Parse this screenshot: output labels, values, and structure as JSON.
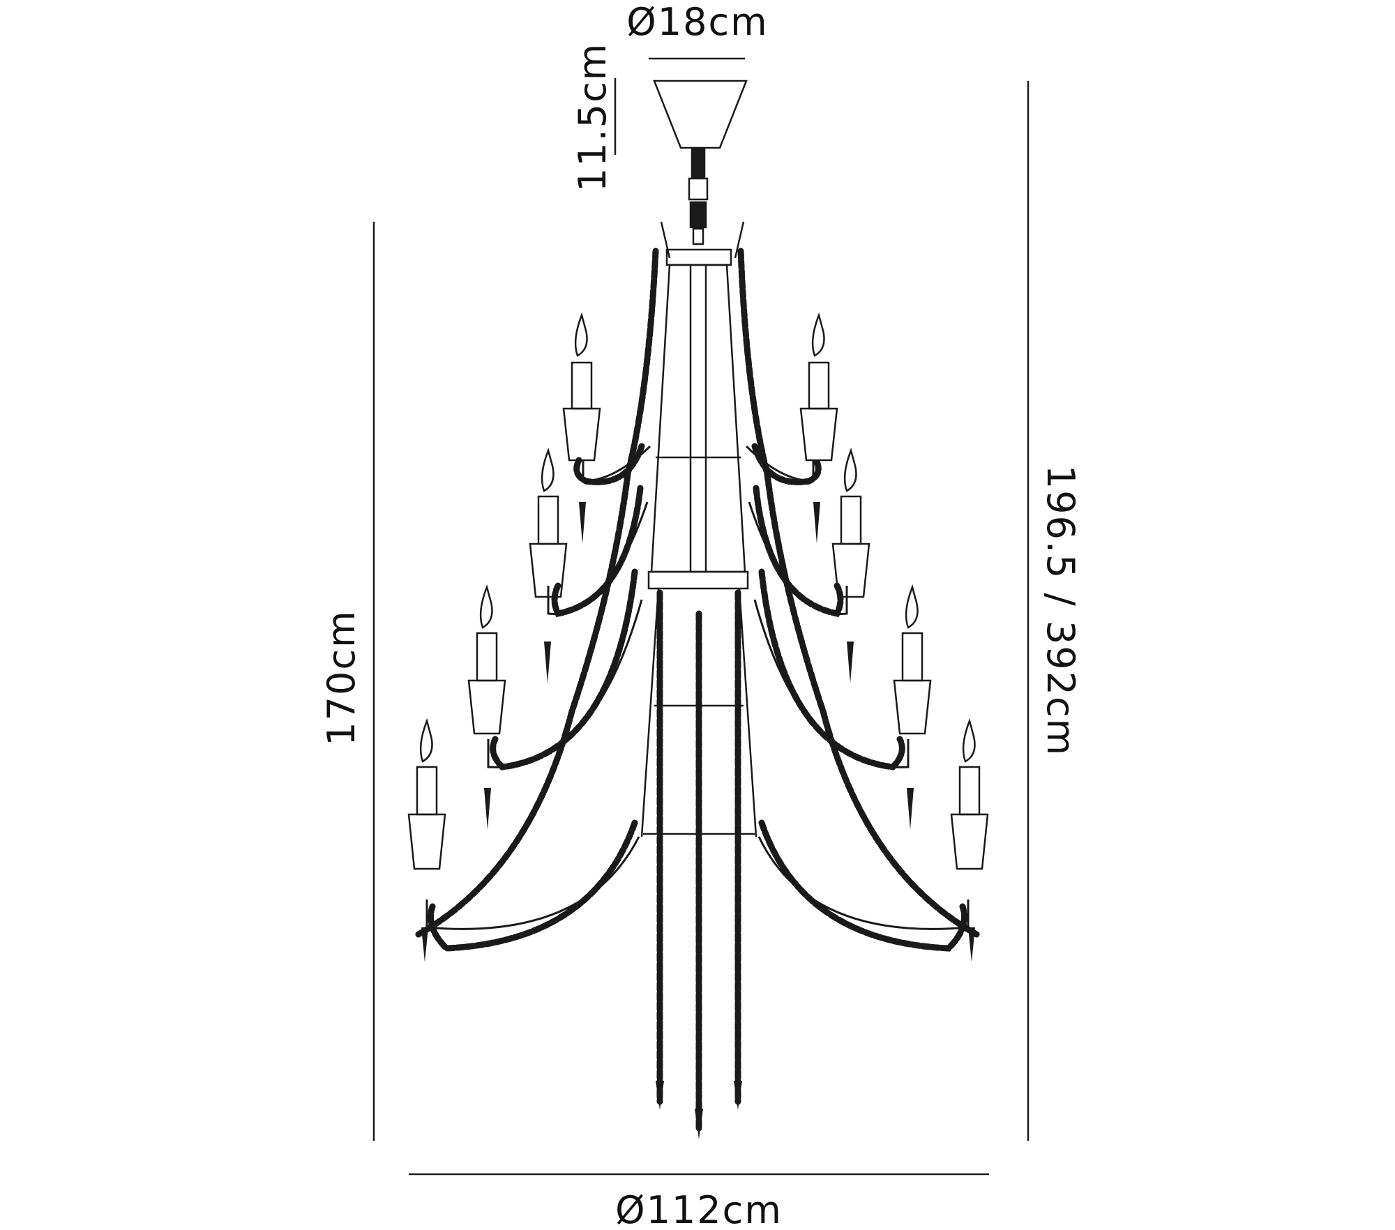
{
  "dimensions": {
    "canopy_diameter": "Ø18cm",
    "canopy_height": "11.5cm",
    "body_height": "170cm",
    "overall_height": "196.5 / 392cm",
    "overall_diameter": "Ø112cm"
  },
  "colors": {
    "line": "#1a1a1a",
    "background": "#ffffff"
  }
}
